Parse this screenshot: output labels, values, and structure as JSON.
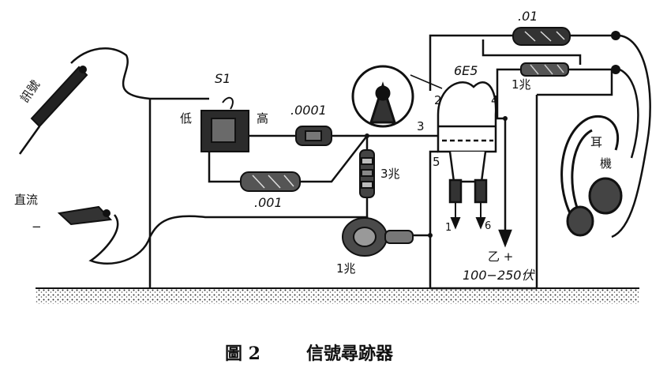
{
  "labels": {
    "signal": "訊號",
    "dc": "直流",
    "minus": "−",
    "s1": "S1",
    "low": "低",
    "high": "高",
    "cap_top": ".0001",
    "cap_bottom": ".001",
    "res_3m": "3兆",
    "res_1m_bottom": "1兆",
    "tube": "6E5",
    "pin2": "2",
    "pin3": "3",
    "pin4": "4",
    "pin5": "5",
    "pin1": "1",
    "pin6": "6",
    "cap_01": ".01",
    "res_1m_top": "1兆",
    "b_plus": "乙 +",
    "b_volt": "100−250伏",
    "ear1": "耳",
    "ear2": "機"
  },
  "caption": {
    "fig": "圖 2",
    "title": "信號尋跡器"
  }
}
